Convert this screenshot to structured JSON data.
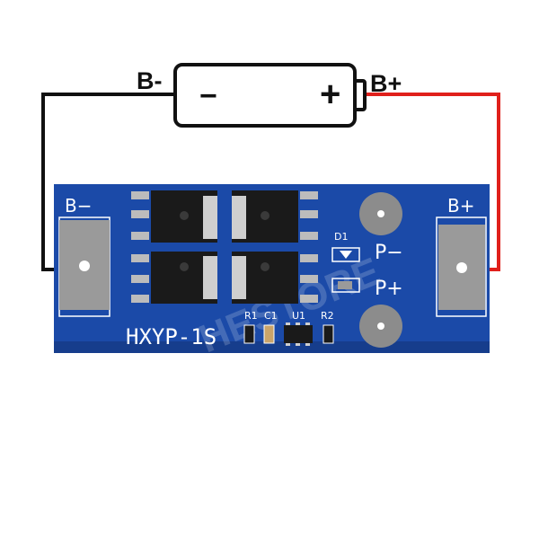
{
  "battery": {
    "neg_label": "B-",
    "pos_label": "B+",
    "neg_symbol": "−",
    "pos_symbol": "+"
  },
  "board": {
    "model": "HXYP-1S",
    "pad_left_label": "B−",
    "pad_right_label": "B+",
    "output_neg_label": "P−",
    "output_pos_label": "P+",
    "components": {
      "r1": "R1",
      "c1": "C1",
      "u1": "U1",
      "r2": "R2",
      "d1": "D1"
    },
    "watermark": "HESTORE",
    "color_board": "#1b4aa8",
    "color_pad": "#9a9a9a"
  },
  "wires": {
    "negative_color": "#111111",
    "positive_color": "#e0201b"
  }
}
